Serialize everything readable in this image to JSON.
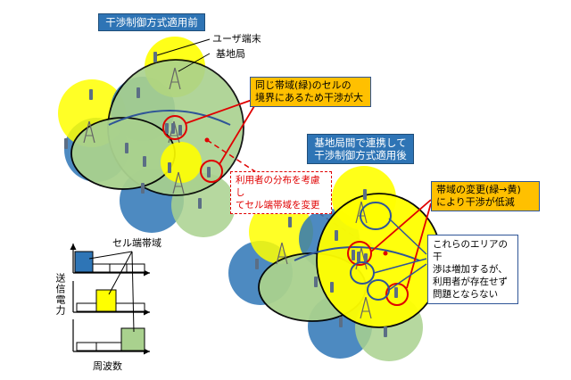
{
  "before": {
    "title": "干渉制御方式適用前",
    "user_terminal_label": "ユーザ端末",
    "base_station_label": "基地局",
    "callout": [
      "同じ帯域(緑)のセルの",
      "境界にあるため干渉が大"
    ]
  },
  "after": {
    "title": [
      "基地局間で連携して",
      "干渉制御方式適用後"
    ],
    "callout_band": [
      "帯域の変更(緑→黄)",
      "により干渉が低減"
    ],
    "callout_area": [
      "これらのエリアの干",
      "渉は増加するが、",
      "利用者が存在せず",
      "問題とならない"
    ]
  },
  "middle_note": [
    "利用者の分布を考慮し",
    "てセル端帯域を変更"
  ],
  "legend": {
    "cell_edge_band_label": "セル端帯域",
    "y_axis_label": "送信電力",
    "x_axis_label": "周波数"
  },
  "colors": {
    "blue_cell": "#2e75b6",
    "green_cell": "#a9d18e",
    "yellow_cell": "#ffff00",
    "red": "#e00000",
    "dark_blue": "#2f5597"
  }
}
